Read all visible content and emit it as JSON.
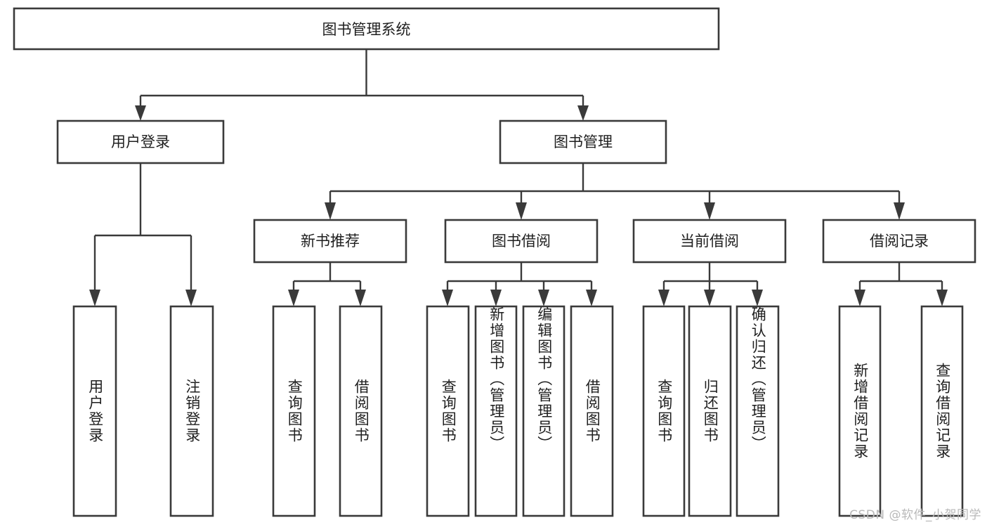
{
  "diagram": {
    "type": "tree",
    "title": "图书管理系统",
    "root": {
      "id": "root",
      "label": "图书管理系统"
    },
    "level1": [
      {
        "id": "user-login",
        "label": "用户登录"
      },
      {
        "id": "book-management",
        "label": "图书管理"
      }
    ],
    "level2": [
      {
        "id": "new-book-recommend",
        "label": "新书推荐",
        "parent": "book-management"
      },
      {
        "id": "book-borrow",
        "label": "图书借阅",
        "parent": "book-management"
      },
      {
        "id": "current-borrow",
        "label": "当前借阅",
        "parent": "book-management"
      },
      {
        "id": "borrow-record",
        "label": "借阅记录",
        "parent": "book-management"
      }
    ],
    "leaves": {
      "user-login": [
        {
          "id": "leaf-user-login",
          "label": "用户登录"
        },
        {
          "id": "leaf-user-logout",
          "label": "注销登录"
        }
      ],
      "new-book-recommend": [
        {
          "id": "leaf-query-book-1",
          "label": "查询图书"
        },
        {
          "id": "leaf-borrow-book-1",
          "label": "借阅图书"
        }
      ],
      "book-borrow": [
        {
          "id": "leaf-query-book-2",
          "label": "查询图书"
        },
        {
          "id": "leaf-add-book",
          "label": "新增图书（管理员）"
        },
        {
          "id": "leaf-edit-book",
          "label": "编辑图书（管理员）"
        },
        {
          "id": "leaf-borrow-book-2",
          "label": "借阅图书"
        }
      ],
      "current-borrow": [
        {
          "id": "leaf-query-book-3",
          "label": "查询图书"
        },
        {
          "id": "leaf-return-book",
          "label": "归还图书"
        },
        {
          "id": "leaf-confirm-return",
          "label": "确认归还（管理员）"
        }
      ],
      "borrow-record": [
        {
          "id": "leaf-add-record",
          "label": "新增借阅记录"
        },
        {
          "id": "leaf-query-record",
          "label": "查询借阅记录"
        }
      ]
    }
  },
  "watermark": {
    "text": "CSDN @软件_小贺同学"
  },
  "colors": {
    "stroke": "#3a3a3a",
    "fill": "#ffffff",
    "text": "#1f1f1f",
    "watermark": "#b9b9b9"
  }
}
